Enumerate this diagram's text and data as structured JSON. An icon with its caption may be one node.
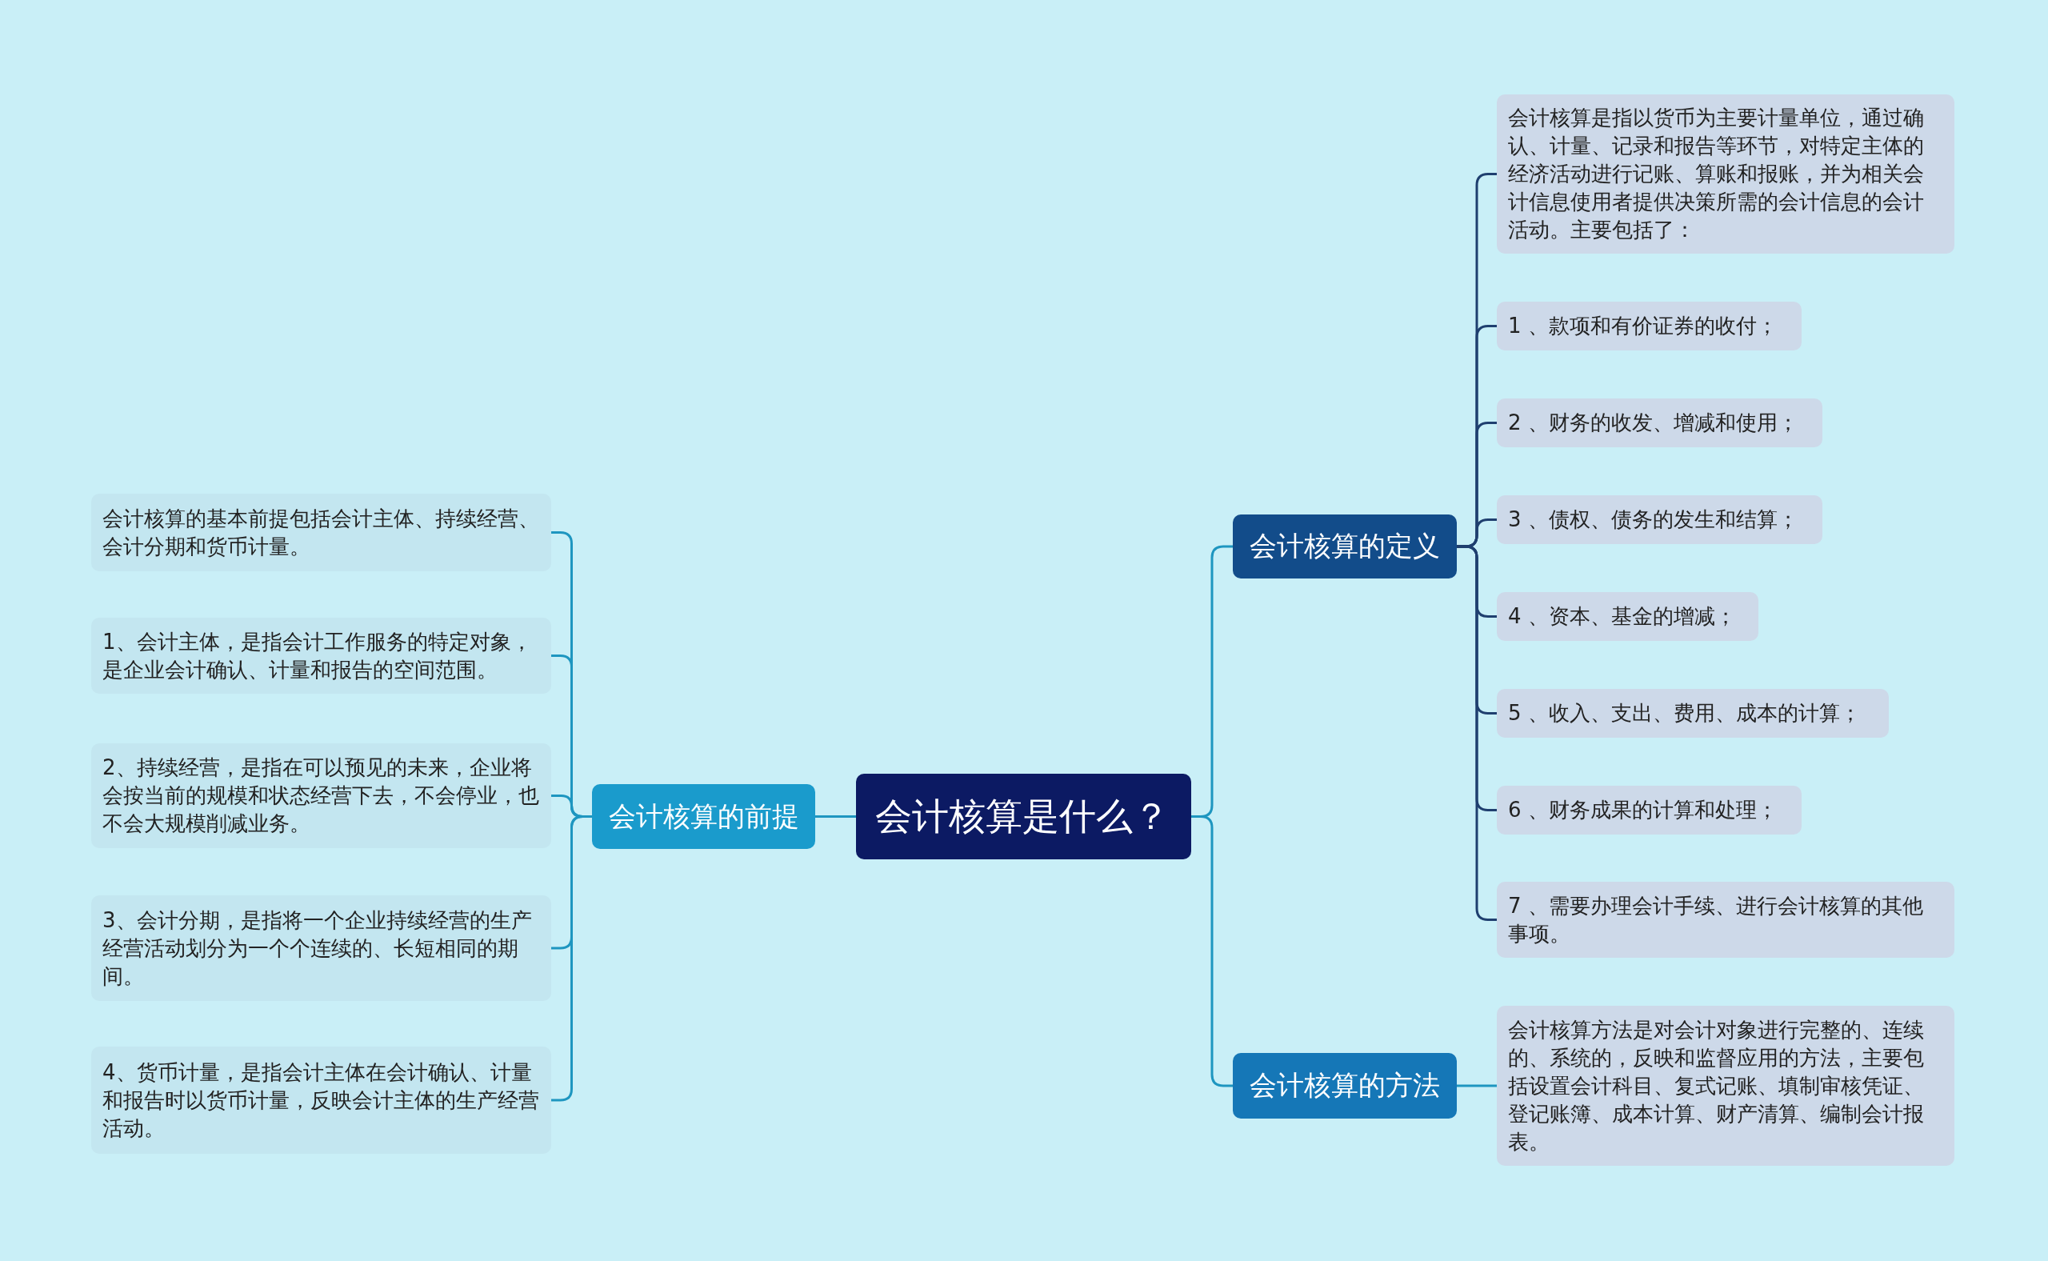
{
  "diagram": {
    "nodes": [
      {
        "text": [
          "会计核算是什么？"
        ]
      },
      {
        "text": [
          "会计核算的前提"
        ]
      },
      {
        "text": [
          "会计核算的基本前提包括会计主体、持续经营、会计分期和货币计量。"
        ]
      },
      {
        "text": [
          "1、会计主体，是指会计工作服务的特定对象，是企业会计确认、计量和报告的空间范围。"
        ]
      },
      {
        "text": [
          "2、持续经营，是指在可以预见的未来，企业将会按当前的规模和状态经营下去，不会停业，也不会大规模削减业务。"
        ]
      },
      {
        "text": [
          "3、会计分期，是指将一个企业持续经营的生产经营活动划分为一个个连续的、长短相同的期间。"
        ]
      },
      {
        "text": [
          "4、货币计量，是指会计主体在会计确认、计量和报告时以货币计量，反映会计主体的生产经营活动。"
        ]
      },
      {
        "text": [
          "会计核算的定义"
        ]
      },
      {
        "text": [
          "会计核算是指以货币为主要计量单位，通过确认、计量、记录和报告等环节，对特定主体的经济活动进行记账、算账和报账，并为相关会计信息使用者提供决策所需的会计信息的会计活动。主要包括了："
        ]
      },
      {
        "text": [
          "1 、款项和有价证券的收付；"
        ]
      },
      {
        "text": [
          "2 、财务的收发、增减和使用；"
        ]
      },
      {
        "text": [
          "3 、债权、债务的发生和结算；"
        ]
      },
      {
        "text": [
          "4 、资本、基金的增减；"
        ]
      },
      {
        "text": [
          "5 、收入、支出、费用、成本的计算；"
        ]
      },
      {
        "text": [
          "6 、财务成果的计算和处理；"
        ]
      },
      {
        "text": [
          "7 、需要办理会计手续、进行会计核算的其他事项。"
        ]
      },
      {
        "text": [
          "会计核算的方法"
        ]
      },
      {
        "text": [
          "会计核算方法是对会计对象进行完整的、连续的、系统的，反映和监督应用的方法，主要包括设置会计科目、复式记账、填制审核凭证、登记账簿、成本计算、财产清算、编制会计报表。"
        ]
      }
    ],
    "edges": [
      {
        "from": 0,
        "to": 1,
        "arrow": "none"
      },
      {
        "from": 1,
        "to": 2,
        "arrow": "none"
      },
      {
        "from": 1,
        "to": 3,
        "arrow": "none"
      },
      {
        "from": 1,
        "to": 4,
        "arrow": "none"
      },
      {
        "from": 1,
        "to": 5,
        "arrow": "none"
      },
      {
        "from": 1,
        "to": 6,
        "arrow": "none"
      },
      {
        "from": 0,
        "to": 7,
        "arrow": "none"
      },
      {
        "from": 0,
        "to": 16,
        "arrow": "none"
      },
      {
        "from": 7,
        "to": 8,
        "arrow": "none",
        "color": "#1f3f6f"
      },
      {
        "from": 7,
        "to": 9,
        "arrow": "none",
        "color": "#1f3f6f"
      },
      {
        "from": 7,
        "to": 10,
        "arrow": "none",
        "color": "#1f3f6f"
      },
      {
        "from": 7,
        "to": 11,
        "arrow": "none",
        "color": "#1f3f6f"
      },
      {
        "from": 7,
        "to": 12,
        "arrow": "none",
        "color": "#1f3f6f"
      },
      {
        "from": 7,
        "to": 13,
        "arrow": "none",
        "color": "#1f3f6f"
      },
      {
        "from": 7,
        "to": 14,
        "arrow": "none",
        "color": "#1f3f6f"
      },
      {
        "from": 7,
        "to": 15,
        "arrow": "none",
        "color": "#1f3f6f"
      },
      {
        "from": 16,
        "to": 17,
        "arrow": "none"
      }
    ]
  }
}
